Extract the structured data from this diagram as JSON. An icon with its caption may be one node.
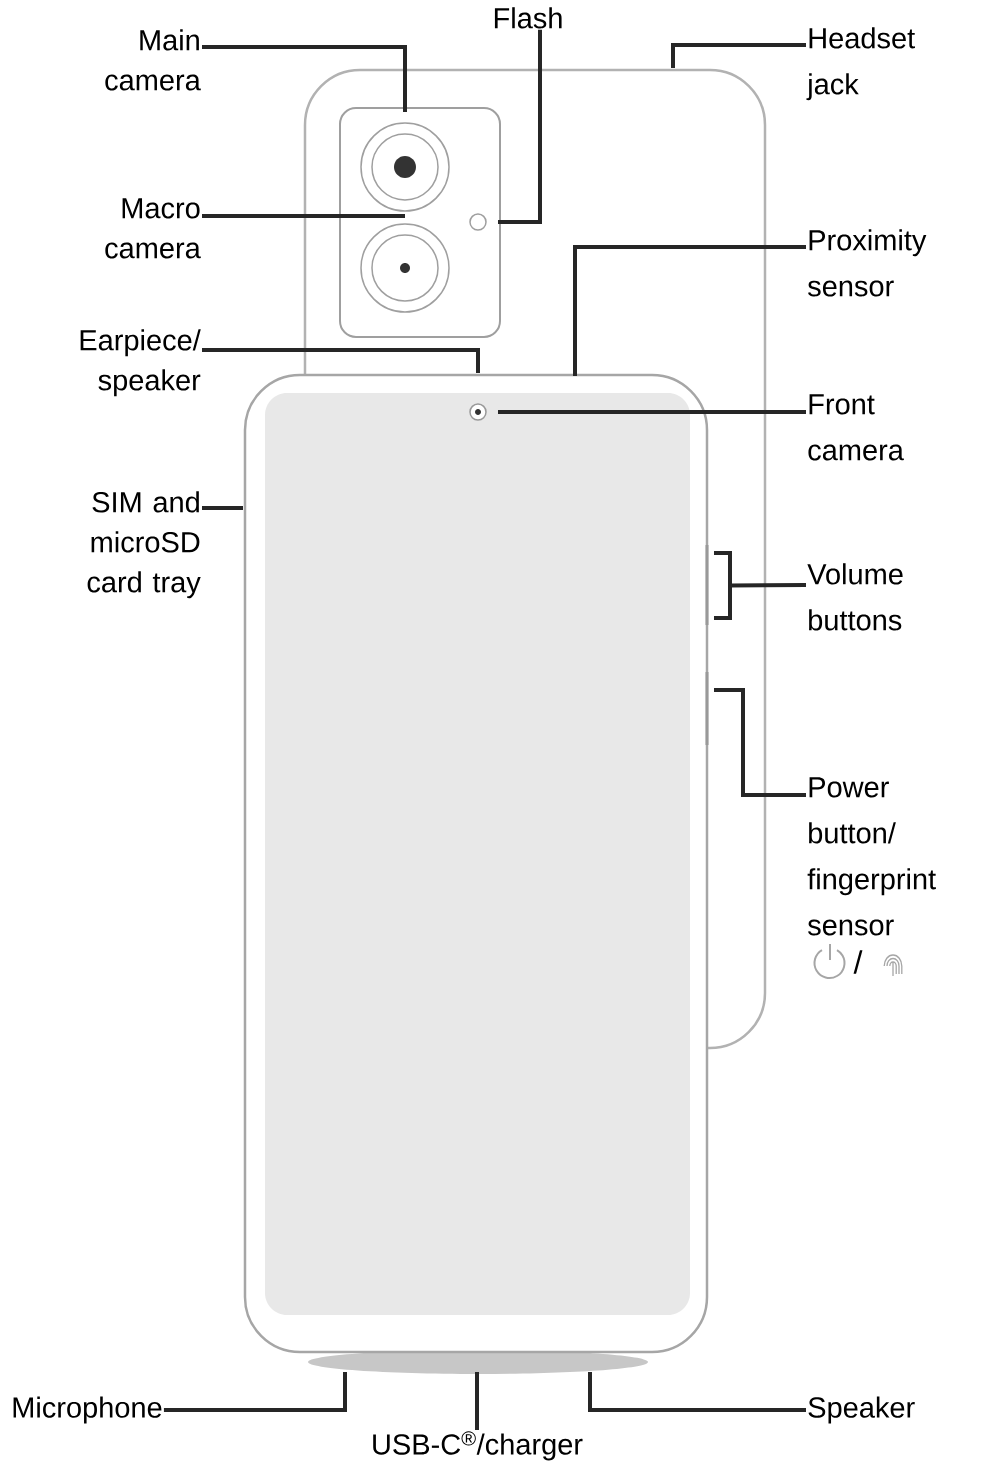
{
  "diagram": {
    "nodes": [
      {
        "text": [
          "Main camera"
        ]
      },
      {
        "text": [
          "Flash"
        ]
      },
      {
        "text": [
          "Headset jack"
        ]
      },
      {
        "text": [
          "Macro camera"
        ]
      },
      {
        "text": [
          "Proximity sensor"
        ]
      },
      {
        "text": [
          "Earpiece/ speaker"
        ]
      },
      {
        "text": [
          "Front camera"
        ]
      },
      {
        "text": [
          "SIM and microSD card tray"
        ]
      },
      {
        "text": [
          "Volume buttons"
        ]
      },
      {
        "text": [
          "Power button/ fingerprint sensor"
        ]
      },
      {
        "text": [
          "Microphone"
        ]
      },
      {
        "text": [
          "USB-C$^{®}$/charger"
        ]
      },
      {
        "text": [
          "Speaker"
        ]
      },
      {
        "text": [],
        "shape": "bracket"
      }
    ],
    "edges": [
      {
        "from": 0,
        "to": null,
        "arrow": "none"
      },
      {
        "from": 1,
        "to": null,
        "arrow": "none"
      },
      {
        "from": 2,
        "to": null,
        "arrow": "none"
      },
      {
        "from": 3,
        "to": null,
        "arrow": "none"
      },
      {
        "from": 4,
        "to": null,
        "arrow": "none"
      },
      {
        "from": 5,
        "to": null,
        "arrow": "none"
      },
      {
        "from": 6,
        "to": null,
        "arrow": "none"
      },
      {
        "from": 7,
        "to": null,
        "arrow": "none"
      },
      {
        "from": 8,
        "to": 13,
        "arrow": "none"
      },
      {
        "from": 9,
        "to": null,
        "arrow": "none"
      },
      {
        "from": 10,
        "to": null,
        "arrow": "none"
      },
      {
        "from": 11,
        "to": null,
        "arrow": "none"
      },
      {
        "from": 12,
        "to": null,
        "arrow": "none"
      }
    ],
    "labels": [
      "/"
    ]
  }
}
